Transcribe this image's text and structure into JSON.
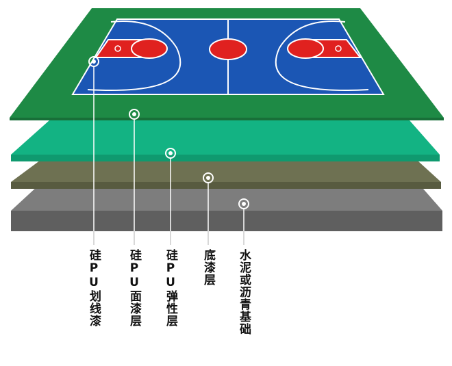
{
  "diagram": {
    "layers": [
      {
        "name": "court-surface-layer",
        "label": "硅PU划线漆",
        "color": "#1e8a45"
      },
      {
        "name": "top-coat-layer",
        "label": "硅PU面漆层",
        "color": "#13b383"
      },
      {
        "name": "elastic-layer",
        "label": "硅PU弹性层",
        "color": "#6e7152"
      },
      {
        "name": "primer-layer",
        "label": "底漆层",
        "color": "#7a7a7a"
      },
      {
        "name": "base-layer",
        "label": "水泥或沥青基础",
        "color": "#5f5f5f"
      }
    ],
    "court": {
      "field_color": "#1b56b4",
      "key_color": "#e0211f",
      "line_color": "#ffffff"
    }
  }
}
